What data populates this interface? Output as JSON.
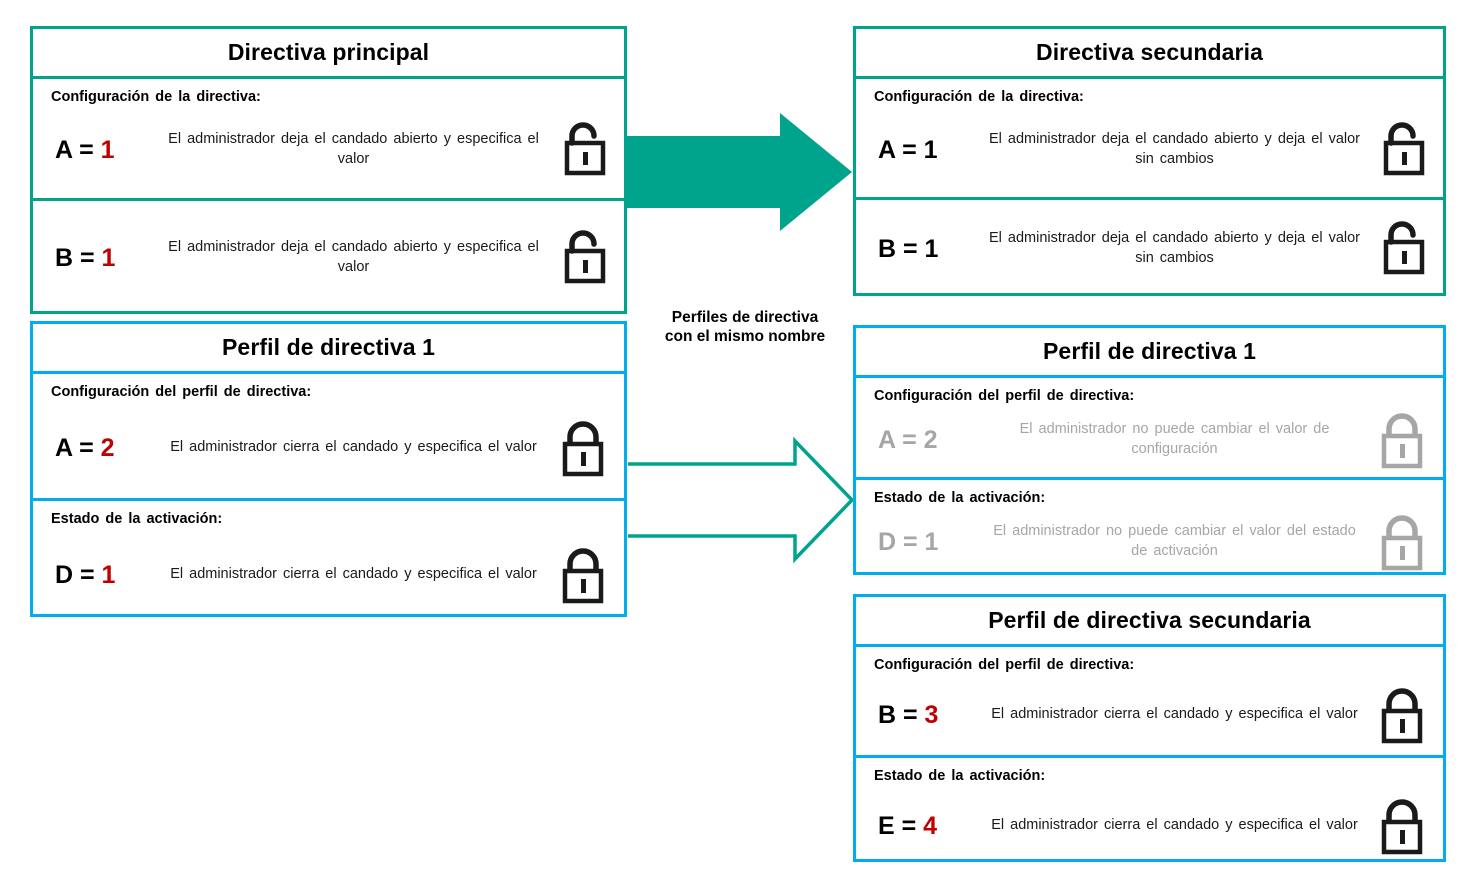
{
  "colors": {
    "teal": "#00a38c",
    "blue": "#00aeef",
    "red": "#c00000",
    "gray": "#a6a6a6",
    "black": "#000000"
  },
  "connector_caption": "Perfiles de directiva\ncon el mismo nombre",
  "panels": {
    "main_policy": {
      "title": "Directiva principal",
      "accent": "#00a38c",
      "sections": [
        {
          "label": "Configuración  de la directiva:",
          "key": "A = ",
          "value": "1",
          "value_color": "#c00000",
          "description": "El administrador  deja  el candado  abierto  y especifica  el valor",
          "lock": "unlock-icon",
          "lock_state": "open",
          "lock_color": "#1a1a1a"
        },
        {
          "label": "",
          "key": "B = ",
          "value": "1",
          "value_color": "#c00000",
          "description": "El administrador  deja  el candado  abierto  y especifica  el valor",
          "lock": "unlock-icon",
          "lock_state": "open",
          "lock_color": "#1a1a1a"
        }
      ]
    },
    "secondary_policy": {
      "title": "Directiva secundaria",
      "accent": "#00a38c",
      "sections": [
        {
          "label": "Configuración  de la directiva:",
          "key": "A = ",
          "value": "1",
          "value_color": "#000000",
          "description": "El administrador  deja  el candado  abierto  y deja  el valor  sin cambios",
          "lock": "unlock-icon",
          "lock_state": "open",
          "lock_color": "#1a1a1a"
        },
        {
          "label": "",
          "key": "B = ",
          "value": "1",
          "value_color": "#000000",
          "description": "El administrador  deja  el candado  abierto  y deja  el valor  sin cambios",
          "lock": "unlock-icon",
          "lock_state": "open",
          "lock_color": "#1a1a1a"
        }
      ]
    },
    "policy_profile_1_left": {
      "title": "Perfil de directiva 1",
      "accent": "#00aeef",
      "sections": [
        {
          "label": "Configuración  del perfil  de directiva:",
          "key": "A = ",
          "value": "2",
          "value_color": "#c00000",
          "description": "El administrador  cierra el candado  y especifica el valor",
          "lock": "lock-icon",
          "lock_state": "closed",
          "lock_color": "#1a1a1a"
        },
        {
          "label": "Estado  de la activación:",
          "key": "D = ",
          "value": "1",
          "value_color": "#c00000",
          "description": "El administrador  cierra el candado  y especifica el valor",
          "lock": "lock-icon",
          "lock_state": "closed",
          "lock_color": "#1a1a1a"
        }
      ]
    },
    "policy_profile_1_right": {
      "title": "Perfil de directiva 1",
      "accent": "#00aeef",
      "sections": [
        {
          "label": "Configuración  del perfil  de directiva:",
          "key": "A = ",
          "value": "2",
          "value_color": "#a6a6a6",
          "description": "El administrador  no puede  cambiar  el valor  de configuración",
          "lock": "lock-icon",
          "lock_state": "closed",
          "lock_color": "#a6a6a6"
        },
        {
          "label": "Estado  de la activación:",
          "key": "D = ",
          "value": "1",
          "value_color": "#a6a6a6",
          "description": "El administrador  no puede  cambiar  el valor del estado  de activación",
          "lock": "lock-icon",
          "lock_state": "closed",
          "lock_color": "#a6a6a6"
        }
      ]
    },
    "secondary_policy_profile": {
      "title": "Perfil de directiva secundaria",
      "accent": "#00aeef",
      "sections": [
        {
          "label": "Configuración  del perfil  de directiva:",
          "key": "B = ",
          "value": "3",
          "value_color": "#c00000",
          "description": "El administrador  cierra el candado  y especifica el valor",
          "lock": "lock-icon",
          "lock_state": "closed",
          "lock_color": "#1a1a1a"
        },
        {
          "label": "Estado  de la activación:",
          "key": "E = ",
          "value": "4",
          "value_color": "#c00000",
          "description": "El administrador  cierra el candado  y especifica el valor",
          "lock": "lock-icon",
          "lock_state": "closed",
          "lock_color": "#1a1a1a"
        }
      ]
    }
  },
  "arrows": [
    {
      "name": "solid-arrow-main-to-secondary",
      "style": "solid",
      "color": "#00a38c"
    },
    {
      "name": "hollow-arrow-profile-merge",
      "style": "hollow",
      "color": "#00a38c"
    }
  ]
}
